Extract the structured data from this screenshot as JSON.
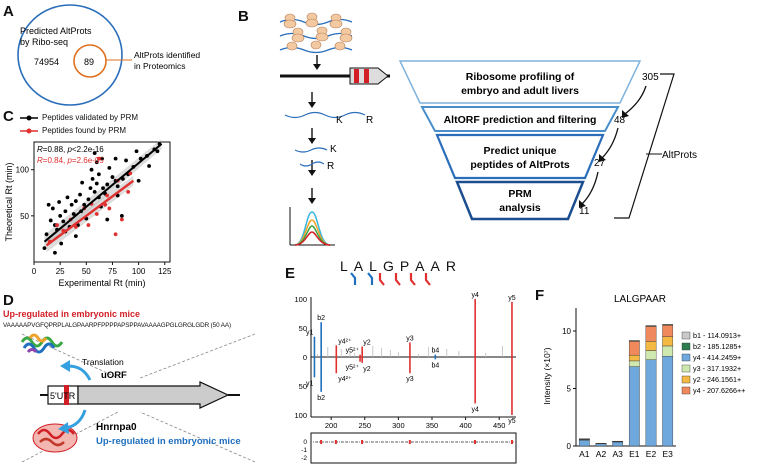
{
  "panels": {
    "A": "A",
    "B": "B",
    "C": "C",
    "D": "D",
    "E": "E",
    "F": "F"
  },
  "panelA": {
    "big_label_1": "Predicted AltProts",
    "big_label_2": "by Ribo-seq",
    "big_count": "74954",
    "small_count": "89",
    "small_label_1": "AltProts identified",
    "small_label_2": "in Proteomics",
    "colors": {
      "big_circle": "#2a6ebb",
      "small_circle": "#e0701e"
    }
  },
  "panelB": {
    "funnel": [
      {
        "line1": "Ribosome profiling of",
        "line2": "embryo and adult livers",
        "count": "305"
      },
      {
        "line1": "AltORF prediction and filtering",
        "line2": "",
        "count": "48"
      },
      {
        "line1": "Predict unique",
        "line2": "peptides of AltProts",
        "count": "27"
      },
      {
        "line1": "PRM",
        "line2": "analysis",
        "count": "11"
      }
    ],
    "bracket_label": "AltProts",
    "k1": "K",
    "r1": "R",
    "k2": "K",
    "r2": "R"
  },
  "panelC": {
    "legend": [
      "Peptides validated by PRM",
      "Peptides found by PRM"
    ],
    "stat1_r": "R",
    "stat1_text": "=0.88, ",
    "stat1_p": "p",
    "stat1_ptext": "<2.2e-16",
    "stat2_r": "R",
    "stat2_text": "=0.84, ",
    "stat2_p": "p",
    "stat2_ptext": "=2.6e-05",
    "chart_data": {
      "type": "scatter",
      "xlabel": "Experimental Rt (min)",
      "ylabel": "Theoretical Rt (min)",
      "xticks": [
        "0",
        "25",
        "50",
        "75",
        "100",
        "125"
      ],
      "yticks": [
        "50",
        "100"
      ],
      "xlim": [
        0,
        130
      ],
      "ylim": [
        0,
        130
      ],
      "series": [
        {
          "name": "Peptides validated by PRM",
          "color": "#000000",
          "points": [
            [
              10,
              15
            ],
            [
              12,
              30
            ],
            [
              14,
              62
            ],
            [
              16,
              45
            ],
            [
              18,
              58
            ],
            [
              20,
              10
            ],
            [
              20,
              40
            ],
            [
              22,
              35
            ],
            [
              24,
              65
            ],
            [
              25,
              50
            ],
            [
              26,
              20
            ],
            [
              28,
              44
            ],
            [
              30,
              55
            ],
            [
              30,
              33
            ],
            [
              32,
              70
            ],
            [
              34,
              38
            ],
            [
              36,
              62
            ],
            [
              38,
              52
            ],
            [
              40,
              28
            ],
            [
              40,
              66
            ],
            [
              42,
              40
            ],
            [
              44,
              73
            ],
            [
              45,
              55
            ],
            [
              46,
              86
            ],
            [
              48,
              62
            ],
            [
              50,
              47
            ],
            [
              52,
              68
            ],
            [
              54,
              80
            ],
            [
              55,
              100
            ],
            [
              56,
              90
            ],
            [
              58,
              76
            ],
            [
              58,
              118
            ],
            [
              60,
              85
            ],
            [
              60,
              108
            ],
            [
              62,
              70
            ],
            [
              62,
              95
            ],
            [
              64,
              60
            ],
            [
              65,
              112
            ],
            [
              66,
              80
            ],
            [
              68,
              74
            ],
            [
              70,
              84
            ],
            [
              70,
              46
            ],
            [
              72,
              102
            ],
            [
              75,
              92
            ],
            [
              78,
              88
            ],
            [
              78,
              112
            ],
            [
              80,
              82
            ],
            [
              80,
              72
            ],
            [
              84,
              50
            ],
            [
              85,
              90
            ],
            [
              88,
              110
            ],
            [
              90,
              95
            ],
            [
              95,
              103
            ],
            [
              98,
              120
            ],
            [
              100,
              88
            ],
            [
              102,
              112
            ],
            [
              108,
              115
            ],
            [
              110,
              104
            ],
            [
              115,
              122
            ],
            [
              118,
              120
            ],
            [
              120,
              128
            ]
          ]
        },
        {
          "name": "Peptides found by PRM",
          "color": "#e03030",
          "points": [
            [
              15,
              22
            ],
            [
              22,
              40
            ],
            [
              28,
              34
            ],
            [
              35,
              46
            ],
            [
              40,
              38
            ],
            [
              48,
              58
            ],
            [
              52,
              40
            ],
            [
              55,
              63
            ],
            [
              60,
              52
            ],
            [
              62,
              112
            ],
            [
              68,
              62
            ],
            [
              70,
              72
            ],
            [
              72,
              58
            ],
            [
              78,
              30
            ],
            [
              80,
              88
            ],
            [
              84,
              46
            ],
            [
              90,
              76
            ],
            [
              92,
              96
            ]
          ]
        }
      ],
      "fits": [
        {
          "name": "Peptides validated by PRM",
          "color": "#000000",
          "x": [
            10,
            122
          ],
          "y": [
            22,
            128
          ]
        },
        {
          "name": "Peptides found by PRM",
          "color": "#e03030",
          "x": [
            12,
            95
          ],
          "y": [
            18,
            88
          ]
        }
      ]
    }
  },
  "panelD": {
    "title1": "Up-regulated in embryonic mice",
    "sequence": "VAAAAAPVGFQPRPLALGPAARPFPPPPAPSPPAVAAAAGPGLGRGLGDR (50 AA)",
    "translation": "Translation",
    "uorf": "uORF",
    "utr": "5'UTR",
    "gene": "Hnrnpa0",
    "title2": "Up-regulated in embryonic mice",
    "colors": {
      "red": "#d21f26",
      "blue": "#1f6fbf"
    }
  },
  "panelE": {
    "peptide": [
      "L",
      "A",
      "L",
      "G",
      "P",
      "A",
      "A",
      "R"
    ],
    "chart_data": {
      "type": "bar",
      "xlabel": "",
      "xticks": [
        200,
        250,
        300,
        350,
        400,
        450
      ],
      "xlim": [
        170,
        475
      ],
      "yticks_top": [
        "100",
        "50",
        "0"
      ],
      "yticks_bottom": [
        "50",
        "100"
      ],
      "bottom_axis_ticks": [
        "0",
        "-1",
        "-2"
      ],
      "peaks_top": [
        {
          "label": "b2",
          "mz": 185.13,
          "value": 60,
          "color": "#1f6fbf"
        },
        {
          "label": "y1",
          "mz": 175.12,
          "value": 35,
          "color": "#1f6fbf"
        },
        {
          "label": "y4²⁺",
          "mz": 207.63,
          "value": 20,
          "color": "#e03030"
        },
        {
          "label": "y5²⁺",
          "mz": 243.0,
          "value": 4,
          "color": "#e03030"
        },
        {
          "label": "y2",
          "mz": 246.16,
          "value": 18,
          "color": "#e03030"
        },
        {
          "label": "y3",
          "mz": 317.19,
          "value": 25,
          "color": "#e03030"
        },
        {
          "label": "b4",
          "mz": 355.0,
          "value": 4,
          "color": "#1f6fbf"
        },
        {
          "label": "y4",
          "mz": 414.25,
          "value": 100,
          "color": "#e03030"
        },
        {
          "label": "y5",
          "mz": 469.0,
          "value": 95,
          "color": "#e03030"
        }
      ],
      "peaks_bottom": [
        {
          "label": "b2",
          "mz": 185.13,
          "value": 60,
          "color": "#1f6fbf"
        },
        {
          "label": "y1",
          "mz": 175.12,
          "value": 35,
          "color": "#1f6fbf"
        },
        {
          "label": "y4²⁺",
          "mz": 207.63,
          "value": 28,
          "color": "#e03030"
        },
        {
          "label": "y5²⁺",
          "mz": 243.0,
          "value": 8,
          "color": "#e03030"
        },
        {
          "label": "y2",
          "mz": 246.16,
          "value": 10,
          "color": "#e03030"
        },
        {
          "label": "y3",
          "mz": 317.19,
          "value": 28,
          "color": "#e03030"
        },
        {
          "label": "b4",
          "mz": 355.0,
          "value": 4,
          "color": "#1f6fbf"
        },
        {
          "label": "y4",
          "mz": 414.25,
          "value": 80,
          "color": "#e03030"
        },
        {
          "label": "y5",
          "mz": 469.0,
          "value": 110,
          "color": "#e03030"
        }
      ]
    }
  },
  "panelF": {
    "chart_data": {
      "type": "bar",
      "title": "LALGPAAR",
      "ylabel": "Intensity (×10⁷)",
      "categories": [
        "A1",
        "A2",
        "A3",
        "E1",
        "E2",
        "E3"
      ],
      "yticks": [
        "0",
        "5",
        "10"
      ],
      "ylim": [
        0,
        12
      ],
      "series": [
        {
          "name": "y4 - 414.2459+",
          "color": "#6fa8dc",
          "values": [
            0.5,
            0.2,
            0.35,
            6.9,
            7.5,
            7.8
          ]
        },
        {
          "name": "y3 - 317.1932+",
          "color": "#cfe8b0",
          "values": [
            0.05,
            0.02,
            0.03,
            0.5,
            0.8,
            0.9
          ]
        },
        {
          "name": "y2 - 246.1561+",
          "color": "#f4b942",
          "values": [
            0.03,
            0.01,
            0.02,
            0.5,
            0.8,
            0.8
          ]
        },
        {
          "name": "y4 - 207.6266++",
          "color": "#f08a5d",
          "values": [
            0.03,
            0.01,
            0.02,
            1.2,
            1.3,
            1.0
          ]
        },
        {
          "name": "b2 - 185.1285+",
          "color": "#2e7d4f",
          "values": [
            0.01,
            0.0,
            0.0,
            0.05,
            0.05,
            0.05
          ]
        },
        {
          "name": "b1 - 114.0913+",
          "color": "#c9c9c9",
          "values": [
            0.01,
            0.0,
            0.0,
            0.02,
            0.02,
            0.02
          ]
        }
      ],
      "legend_order": [
        "b1 - 114.0913+",
        "b2 - 185.1285+",
        "y4 - 414.2459+",
        "y3 - 317.1932+",
        "y2 - 246.1561+",
        "y4 - 207.6266++"
      ]
    }
  }
}
